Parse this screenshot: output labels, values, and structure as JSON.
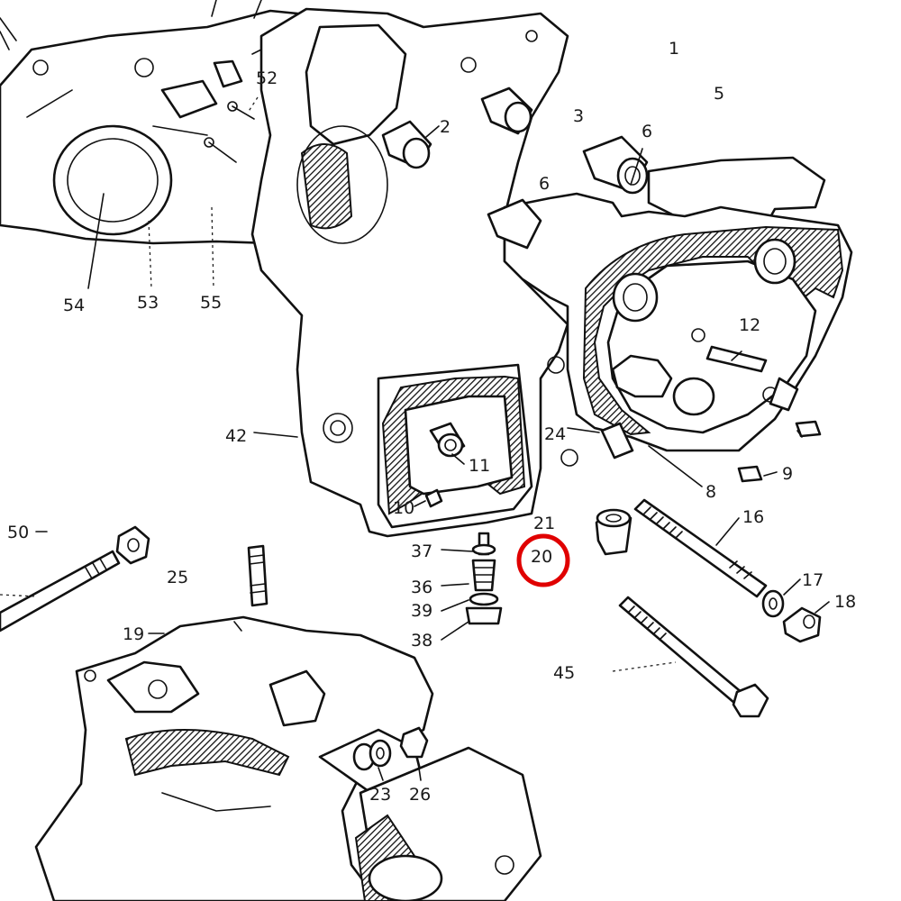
{
  "colors": {
    "line": "#111111",
    "background": "#ffffff",
    "highlight": "#e00000"
  },
  "highlighted_part": "20",
  "callouts": {
    "p1": "1",
    "p2": "2",
    "p3": "3",
    "p5": "5",
    "p6a": "6",
    "p6b": "6",
    "p8": "8",
    "p9": "9",
    "p10": "10",
    "p11": "11",
    "p12": "12",
    "p16": "16",
    "p17": "17",
    "p18": "18",
    "p19": "19",
    "p20": "20",
    "p21": "21",
    "p23": "23",
    "p24": "24",
    "p25": "25",
    "p26": "26",
    "p36": "36",
    "p37": "37",
    "p38": "38",
    "p39": "39",
    "p42": "42",
    "p45": "45",
    "p50": "50",
    "p52": "52",
    "p53": "53",
    "p54": "54",
    "p55": "55"
  }
}
